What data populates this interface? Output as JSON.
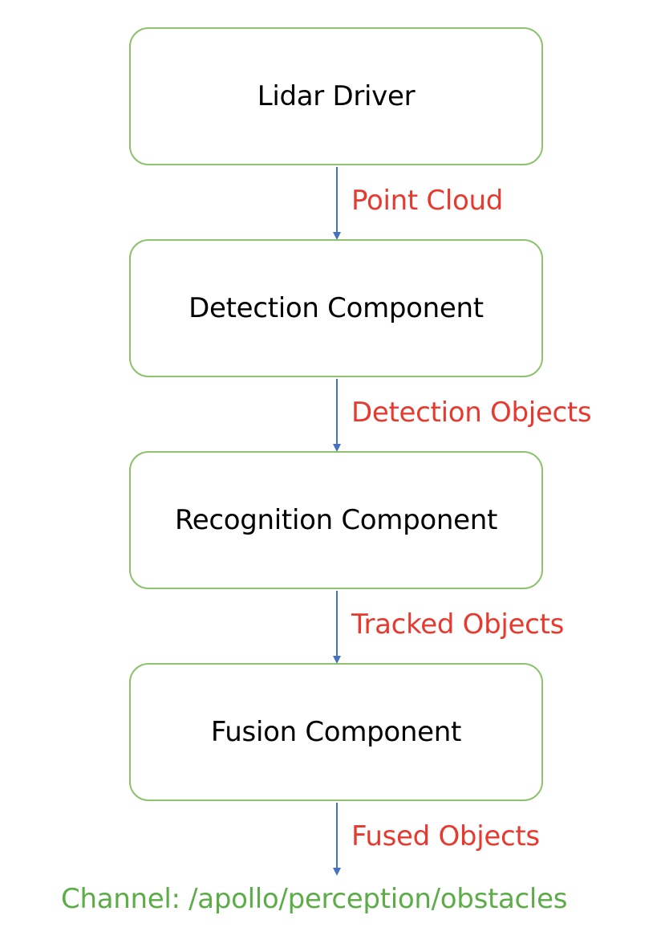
{
  "nodes": [
    {
      "label": "Lidar Driver"
    },
    {
      "label": "Detection Component"
    },
    {
      "label": "Recognition Component"
    },
    {
      "label": "Fusion Component"
    }
  ],
  "edges": [
    {
      "label": "Point Cloud"
    },
    {
      "label": "Detection Objects"
    },
    {
      "label": "Tracked Objects"
    },
    {
      "label": "Fused Objects"
    }
  ],
  "channel": {
    "label": "Channel: /apollo/perception/obstacles"
  },
  "colors": {
    "node_border": "#8fc26e",
    "edge_label": "#e8392f",
    "arrow": "#4472c4",
    "channel_label": "#5cad48"
  }
}
